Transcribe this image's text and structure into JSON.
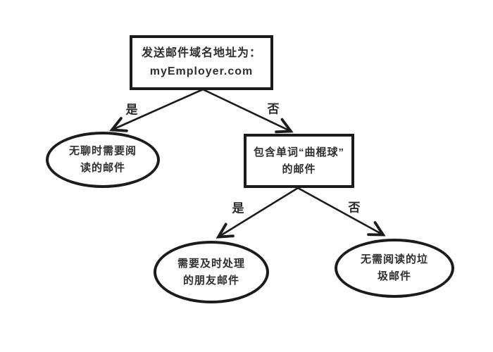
{
  "page": {
    "background_color": "#ffffff",
    "ink_color": "#1b1b1b",
    "text_color": "#2f2f2f",
    "description": "decision tree flowchart for sorting incoming email"
  },
  "diagram": {
    "type": "decision-tree",
    "root": {
      "shape": "rect",
      "line1": "发送邮件域名地址为：",
      "line2": "myEmployer.com"
    },
    "left_leaf": {
      "shape": "ellipse",
      "line1": "无聊时需要阅",
      "line2": "读的邮件"
    },
    "mid": {
      "shape": "rect",
      "line1": "包含单词“曲棍球”",
      "line2": "的邮件"
    },
    "bottom_left_leaf": {
      "shape": "ellipse",
      "line1": "需要及时处理",
      "line2": "的朋友邮件"
    },
    "bottom_right_leaf": {
      "shape": "ellipse",
      "line1": "无需阅读的垃",
      "line2": "圾邮件"
    },
    "edges": {
      "root_yes_label": "是",
      "root_no_label": "否",
      "mid_yes_label": "是",
      "mid_no_label": "否"
    }
  }
}
